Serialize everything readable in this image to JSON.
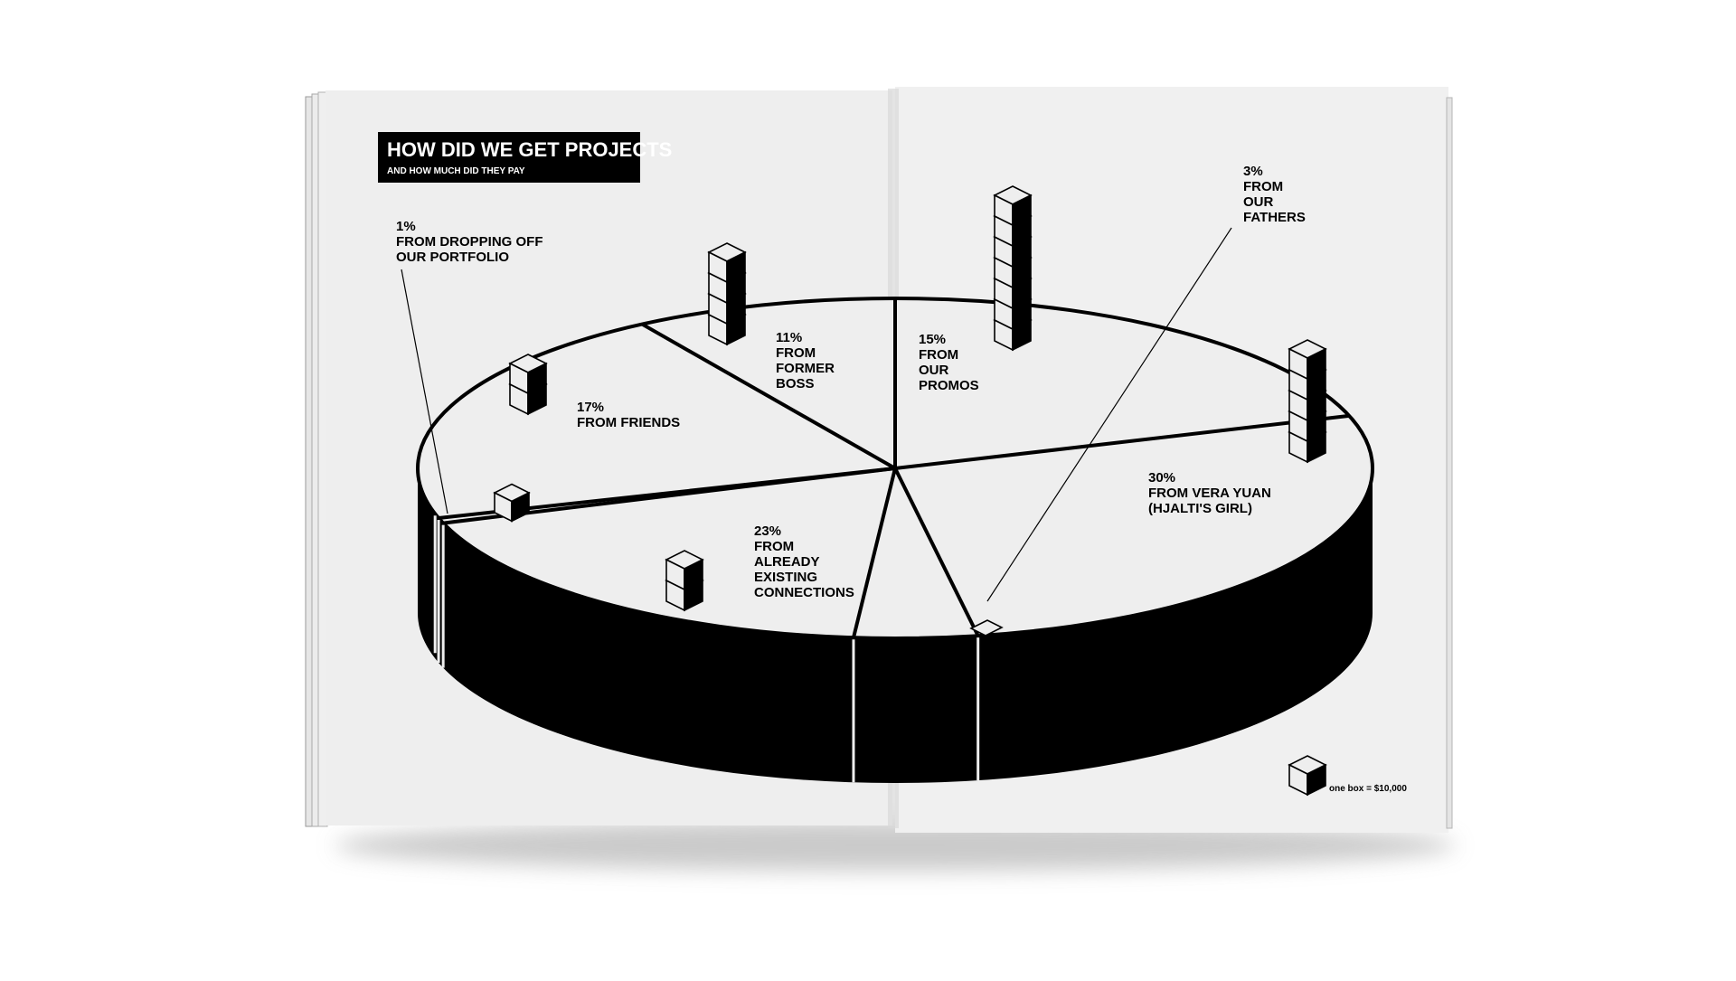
{
  "title": "HOW DID WE GET PROJECTS",
  "subtitle": "AND HOW MUCH DID THEY PAY",
  "legend": {
    "text": "one box = $10,000",
    "box_value": 10000,
    "icon": "cube-icon"
  },
  "colors": {
    "ink": "#000000",
    "paper": "#eeeeee",
    "background": "#ffffff",
    "shadow": "#c8c8c8"
  },
  "chart_data": {
    "type": "pie",
    "style": "3d-isometric-with-cube-stacks",
    "unit_per_box": 10000,
    "slices": [
      {
        "percent": "1%",
        "lines": [
          "1%",
          "FROM DROPPING OFF",
          "OUR PORTFOLIO"
        ],
        "value": 1,
        "boxes": 0
      },
      {
        "percent": "17%",
        "lines": [
          "17%",
          "FROM FRIENDS"
        ],
        "value": 17,
        "boxes": 2
      },
      {
        "percent": "11%",
        "lines": [
          "11%",
          "FROM",
          "FORMER",
          "BOSS"
        ],
        "value": 11,
        "boxes": 4
      },
      {
        "percent": "15%",
        "lines": [
          "15%",
          "FROM",
          "OUR",
          "PROMOS"
        ],
        "value": 15,
        "boxes": 7
      },
      {
        "percent": "30%",
        "lines": [
          "30%",
          "FROM VERA YUAN",
          "(HJALTI'S GIRL)"
        ],
        "value": 30,
        "boxes": 5
      },
      {
        "percent": "3%",
        "lines": [
          "3%",
          "FROM",
          "OUR",
          "FATHERS"
        ],
        "value": 3,
        "boxes": 0
      },
      {
        "percent": "23%",
        "lines": [
          "23%",
          "FROM",
          "ALREADY",
          "EXISTING",
          "CONNECTIONS"
        ],
        "value": 23,
        "boxes": 2
      }
    ]
  }
}
